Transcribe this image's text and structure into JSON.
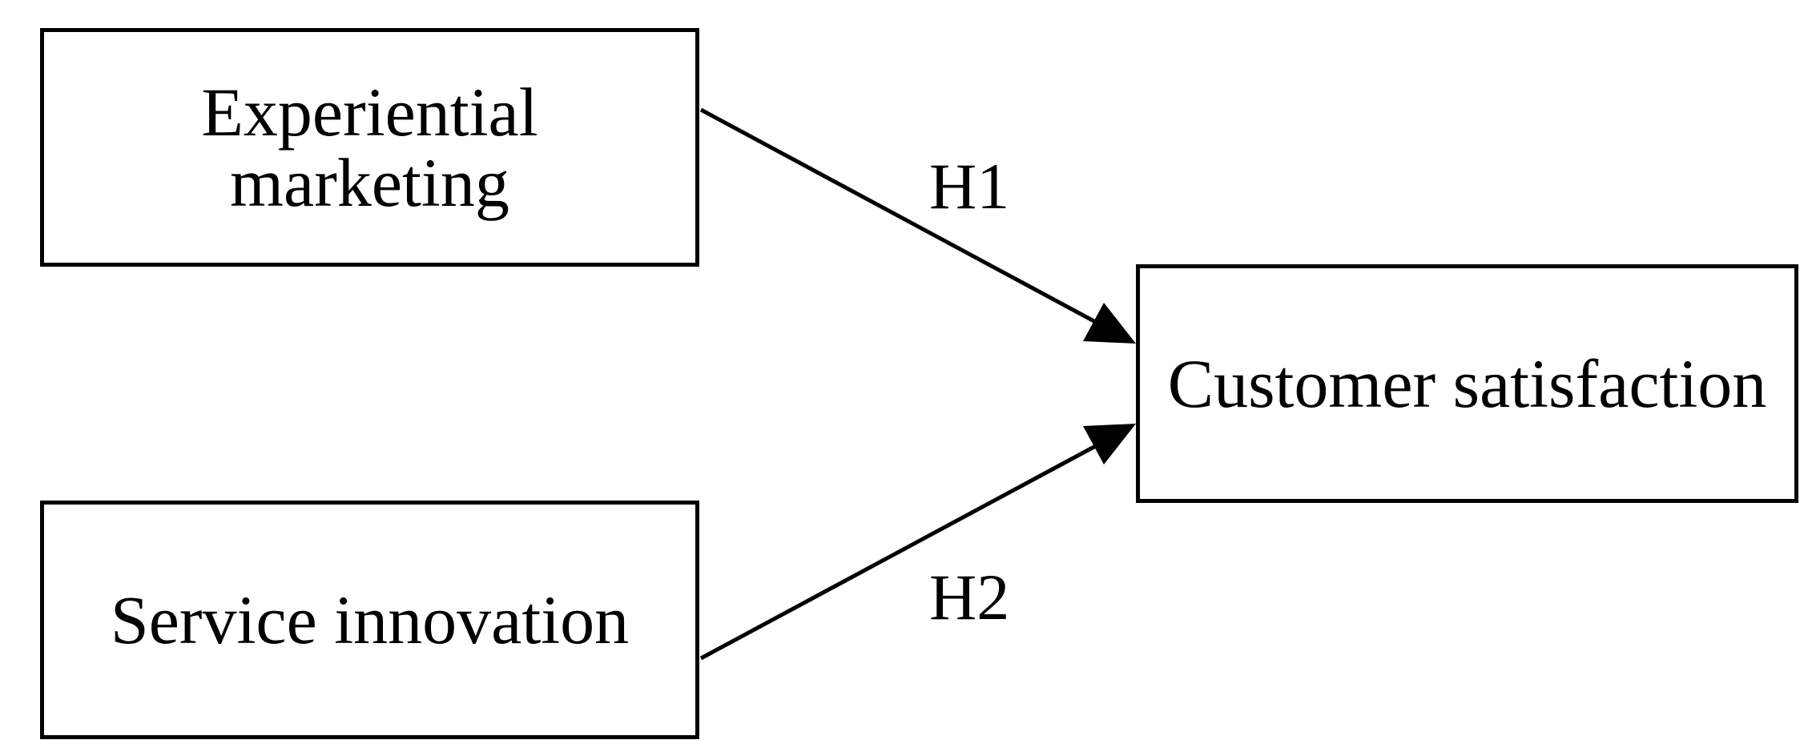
{
  "diagram": {
    "nodes": {
      "experiential_marketing": {
        "lines": [
          "Experiential",
          "marketing"
        ]
      },
      "service_innovation": {
        "lines": [
          "Service innovation"
        ]
      },
      "customer_satisfaction": {
        "lines": [
          "Customer satisfaction"
        ]
      }
    },
    "edges": [
      {
        "from": "experiential_marketing",
        "to": "customer_satisfaction",
        "label": "H1"
      },
      {
        "from": "service_innovation",
        "to": "customer_satisfaction",
        "label": "H2"
      }
    ]
  }
}
